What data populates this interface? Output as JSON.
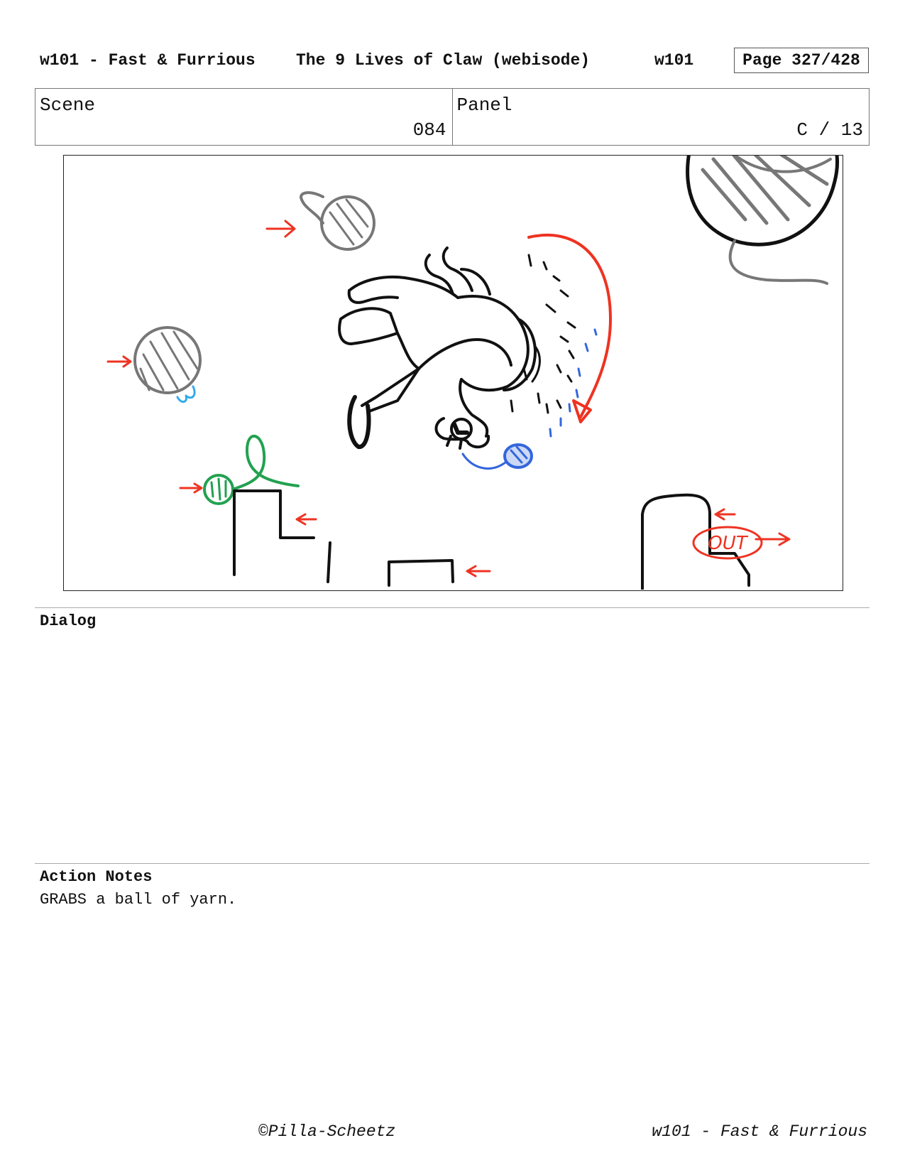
{
  "header": {
    "episode": "w101 - Fast & Furrious",
    "show_title": "The 9 Lives of Claw (webisode)",
    "code": "w101",
    "page": "Page 327/428"
  },
  "info": {
    "scene_label": "Scene",
    "scene_value": "084",
    "panel_label": "Panel",
    "panel_value": "C / 13"
  },
  "drawing": {
    "colors": {
      "ink": "#111111",
      "grey": "#777777",
      "red": "#ee3322",
      "green": "#22a150",
      "blue": "#3366dd",
      "cyan": "#33aaee"
    },
    "sketch_text": "OUT"
  },
  "dialog": {
    "label": "Dialog",
    "text": ""
  },
  "action": {
    "label": "Action Notes",
    "text": "GRABS a ball of yarn."
  },
  "footer": {
    "copyright": "©Pilla-Scheetz",
    "episode": "w101 - Fast & Furrious"
  }
}
